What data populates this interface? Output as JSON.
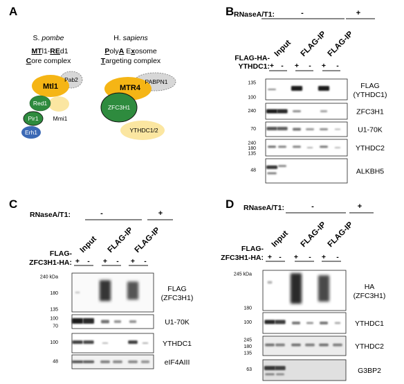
{
  "panels": {
    "A": {
      "letter": "A",
      "spombe": {
        "species_prefix": "S. ",
        "species_name": "pombe",
        "line1": {
          "u1": "MT",
          "t1": "l1-",
          "u2": "RE",
          "t2": "d1"
        },
        "line2": {
          "u1": "C",
          "t1": "ore complex"
        },
        "proteins": [
          "Mtl1",
          "Pab2",
          "Red1",
          "Pir1",
          "Mmi1",
          "Erh1"
        ]
      },
      "hsapiens": {
        "species_prefix": "H. ",
        "species_name": "sapiens",
        "line1": {
          "u1": "P",
          "t1": "oly",
          "u2": "A",
          "t2": " E",
          "u3": "x",
          "t3": "osome"
        },
        "line2": {
          "u1": "T",
          "t1": "argeting complex"
        },
        "proteins": [
          "MTR4",
          "PABPN1",
          "ZFC3H1",
          "YTHDC1/2"
        ]
      },
      "colors": {
        "orange": "#f5b515",
        "green": "#2e8b3e",
        "yellow": "#fbe6a1",
        "gray": "#d7d7d7",
        "blue": "#3b69b5"
      }
    },
    "B": {
      "letter": "B",
      "rnase_label": "RNaseA/T1:",
      "rnase_minus": "-",
      "rnase_plus": "+",
      "lane_groups": [
        "Input",
        "FLAG-IP",
        "FLAG-IP"
      ],
      "bait_line1": "FLAG-HA-",
      "bait_line2": "YTHDC1:",
      "bait_signs": [
        "+",
        "-",
        "+",
        "-",
        "+",
        "-"
      ],
      "blots": [
        {
          "label": "FLAG",
          "sublabel": "(YTHDC1)",
          "mw": [
            "135",
            "100"
          ]
        },
        {
          "label": "ZFC3H1",
          "sublabel": "",
          "mw": [
            "240"
          ]
        },
        {
          "label": "U1-70K",
          "sublabel": "",
          "mw": [
            "70"
          ]
        },
        {
          "label": "YTHDC2",
          "sublabel": "",
          "mw": [
            "240",
            "180",
            "135"
          ]
        },
        {
          "label": "ALKBH5",
          "sublabel": "",
          "mw": [
            "48"
          ]
        }
      ]
    },
    "C": {
      "letter": "C",
      "rnase_label": "RNaseA/T1:",
      "rnase_minus": "-",
      "rnase_plus": "+",
      "lane_groups": [
        "Input",
        "FLAG-IP",
        "FLAG-IP"
      ],
      "bait_line1": "FLAG-",
      "bait_line2": "ZFC3H1-HA:",
      "bait_signs": [
        "+",
        "-",
        "+",
        "-",
        "+",
        "-"
      ],
      "blots": [
        {
          "label": "FLAG",
          "sublabel": "(ZFC3H1)",
          "mw": [
            "240 kDa",
            "180",
            "135"
          ]
        },
        {
          "label": "U1-70K",
          "sublabel": "",
          "mw": [
            "100",
            "70"
          ]
        },
        {
          "label": "YTHDC1",
          "sublabel": "",
          "mw": [
            "100"
          ]
        },
        {
          "label": "eIF4AIII",
          "sublabel": "",
          "mw": [
            "48"
          ]
        }
      ]
    },
    "D": {
      "letter": "D",
      "rnase_label": "RNaseA/T1:",
      "rnase_minus": "-",
      "rnase_plus": "+",
      "lane_groups": [
        "Input",
        "FLAG-IP",
        "FLAG-IP"
      ],
      "bait_line1": "FLAG-",
      "bait_line2": "ZFC3H1-HA:",
      "bait_signs": [
        "+",
        "-",
        "+",
        "-",
        "+",
        "-"
      ],
      "blots": [
        {
          "label": "HA",
          "sublabel": "(ZFC3H1)",
          "mw": [
            "245 kDa",
            "180"
          ]
        },
        {
          "label": "YTHDC1",
          "sublabel": "",
          "mw": [
            "100"
          ]
        },
        {
          "label": "YTHDC2",
          "sublabel": "",
          "mw": [
            "245",
            "180",
            "135"
          ]
        },
        {
          "label": "G3BP2",
          "sublabel": "",
          "mw": [
            "63"
          ]
        }
      ]
    }
  }
}
